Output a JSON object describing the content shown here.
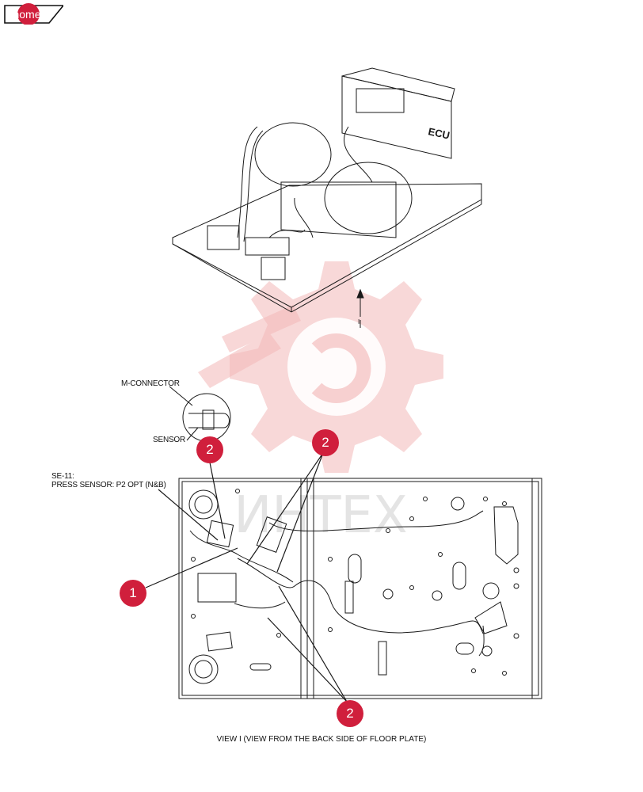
{
  "home_button": {
    "label": "home",
    "icon": "home-icon"
  },
  "colors": {
    "accent": "#d01f3c",
    "watermark": "#f3b8b8",
    "line": "#1a1a1a"
  },
  "view_marker": "I",
  "labels": {
    "m_connector": "M-CONNECTOR",
    "sensor": "SENSOR",
    "se11_line1": "SE-11:",
    "se11_line2": "PRESS SENSOR: P2 OPT (N&B)",
    "ecu": "ECU"
  },
  "callouts": [
    "2",
    "2",
    "1",
    "2"
  ],
  "watermark_text": "ИНТЕХ",
  "caption": "VIEW I (VIEW FROM THE BACK SIDE OF FLOOR PLATE)"
}
